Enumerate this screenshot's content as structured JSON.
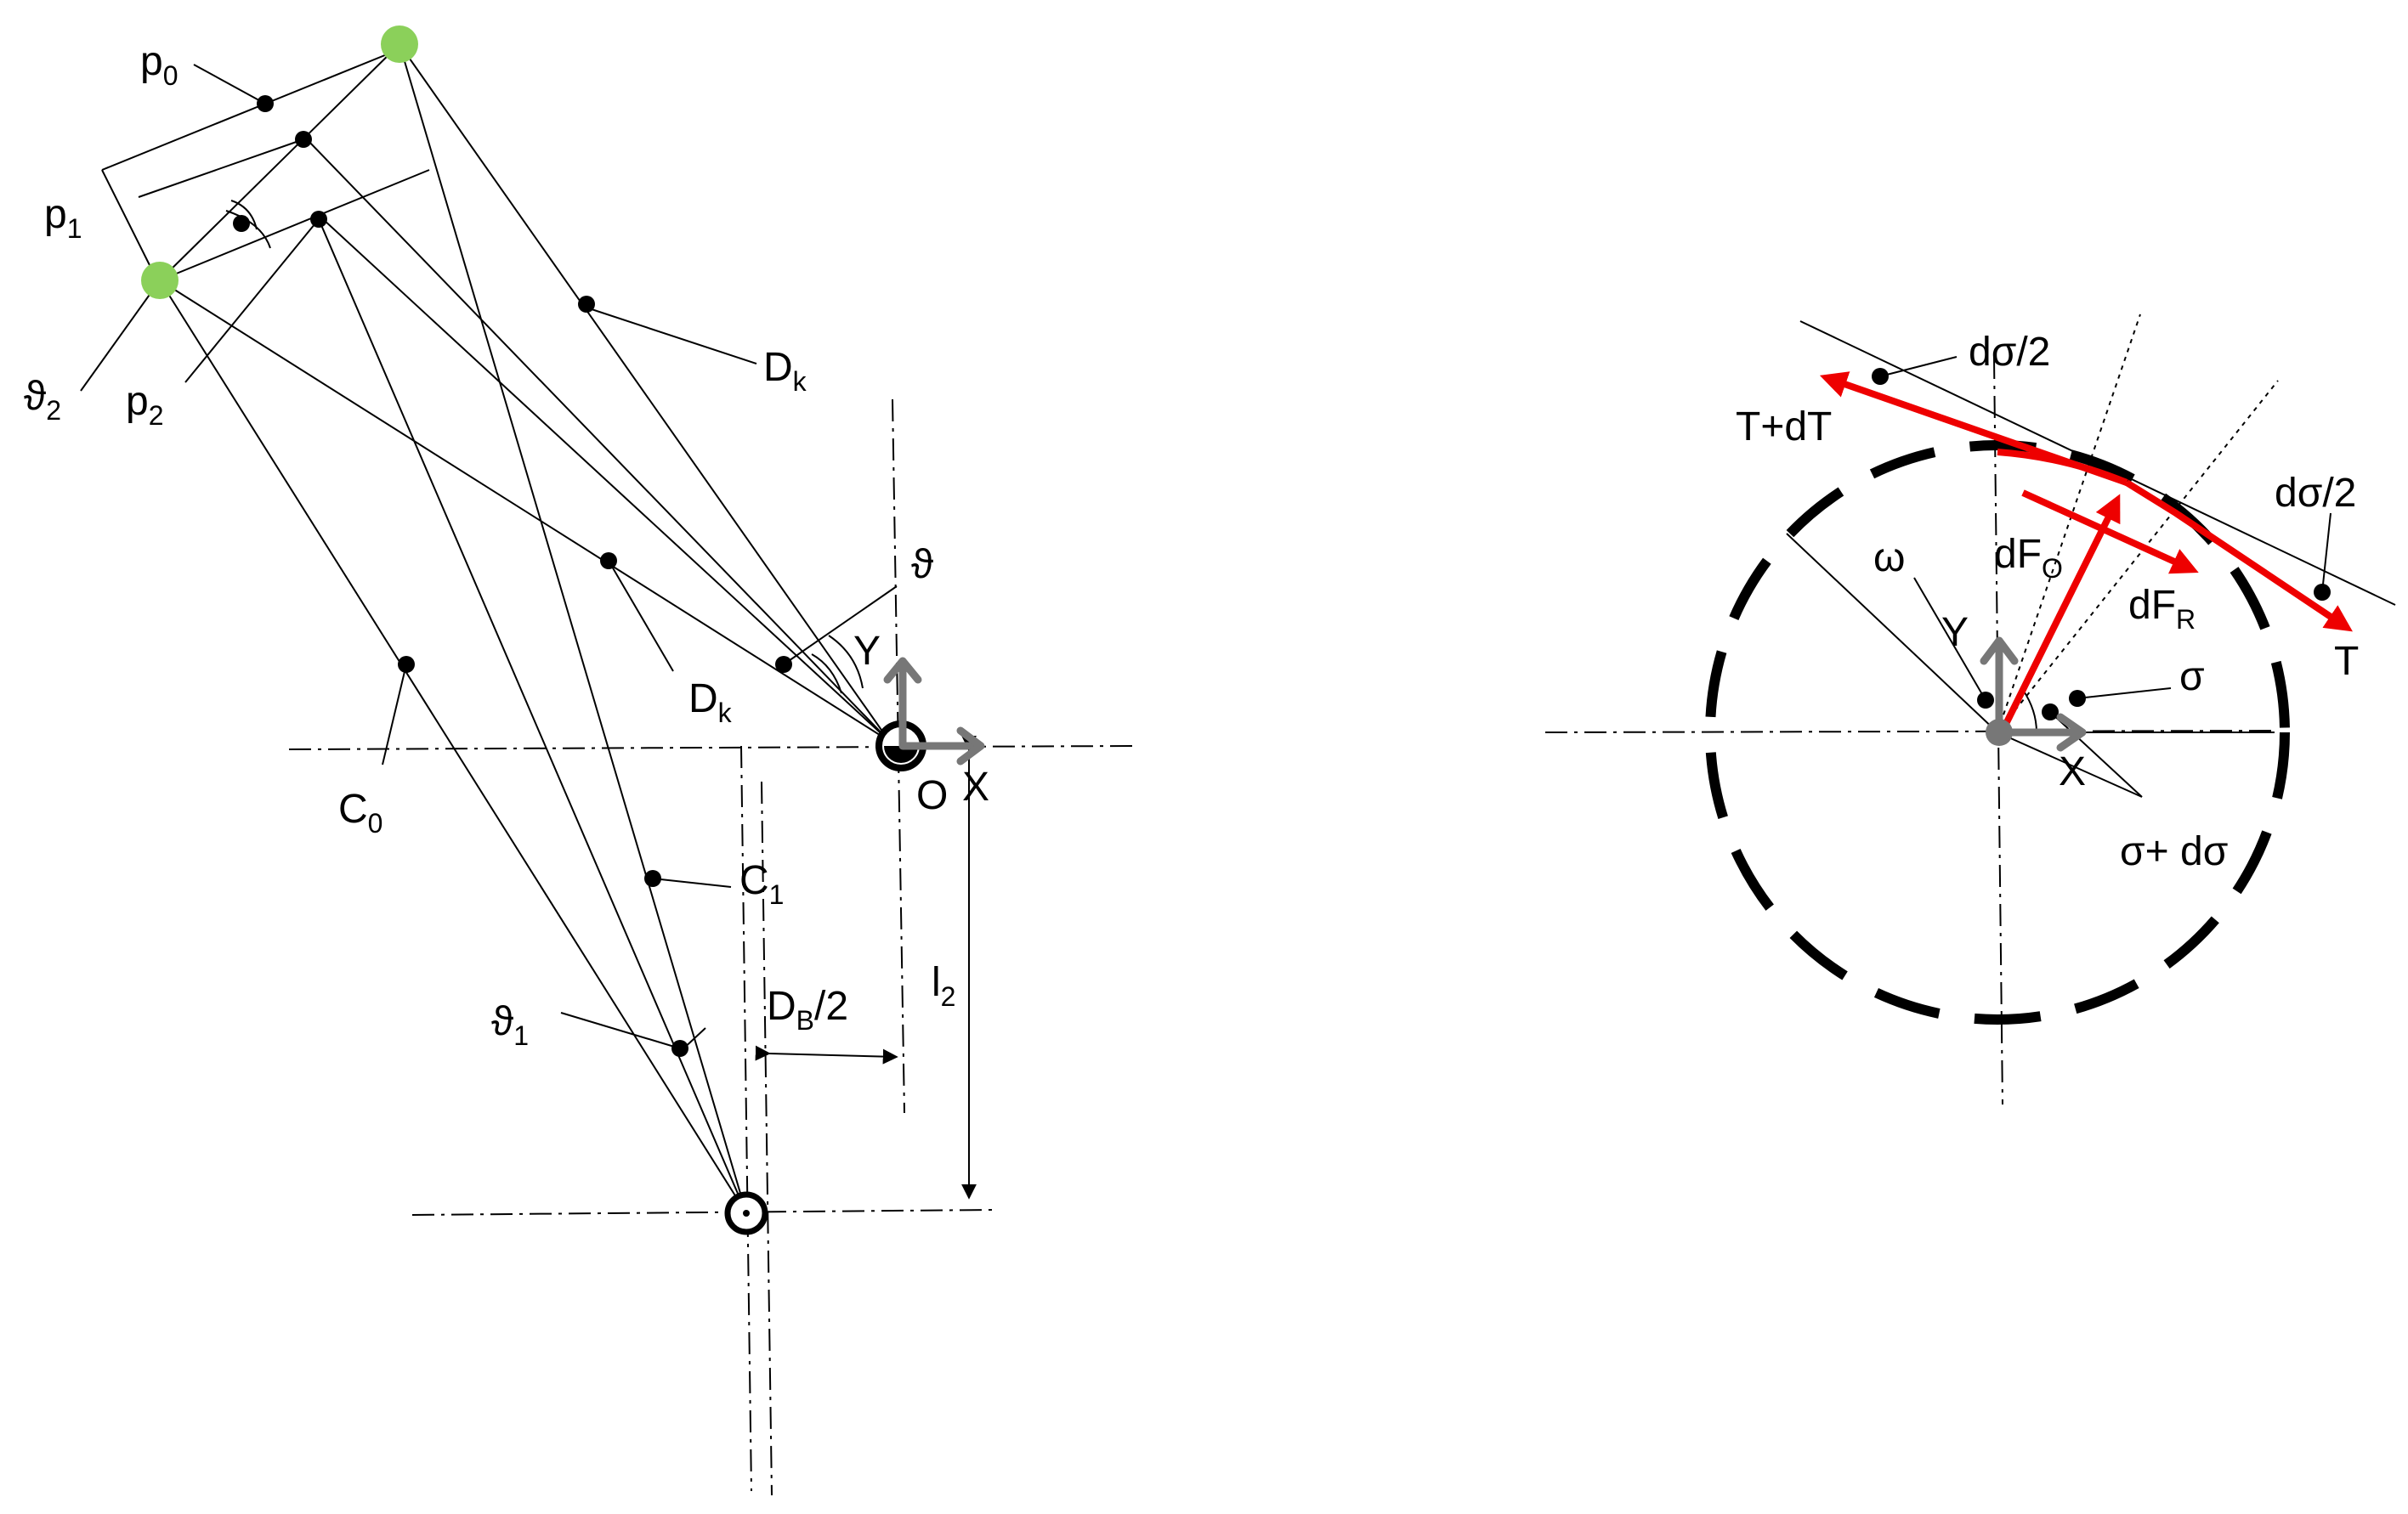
{
  "colors": {
    "line": "#000000",
    "pivot_marker": "#8bd05a",
    "force_vector": "#ee0000",
    "axis_vector": "#777777"
  },
  "left_diagram": {
    "labels": {
      "p0": {
        "main": "p",
        "sub": "0"
      },
      "p1": {
        "main": "p",
        "sub": "1"
      },
      "p2": {
        "main": "p",
        "sub": "2"
      },
      "theta2": {
        "main": "ϑ",
        "sub": "2"
      },
      "theta1": {
        "main": "ϑ",
        "sub": "1"
      },
      "theta": "ϑ",
      "dk_upper": {
        "main": "D",
        "sub": "k"
      },
      "dk_lower": {
        "main": "D",
        "sub": "k"
      },
      "c0": {
        "main": "C",
        "sub": "0"
      },
      "c1": {
        "main": "C",
        "sub": "1"
      },
      "db_half": {
        "main": "D",
        "sub": "B",
        "suffix": "/2"
      },
      "l2": {
        "main": "l",
        "sub": "2"
      },
      "y_axis": "Y",
      "x_axis": "X",
      "origin": "O"
    }
  },
  "right_diagram": {
    "labels": {
      "dsigma_half_top": "dσ/2",
      "dsigma_half_right": "dσ/2",
      "t_plus_dt": "T+dT",
      "t": "T",
      "omega": "ω",
      "df_o": {
        "main": "dF",
        "sub": "O"
      },
      "df_r": {
        "main": "dF",
        "sub": "R"
      },
      "sigma": "σ",
      "sigma_plus_dsigma": "σ+ dσ",
      "y_axis": "Y",
      "x_axis": "X"
    }
  }
}
